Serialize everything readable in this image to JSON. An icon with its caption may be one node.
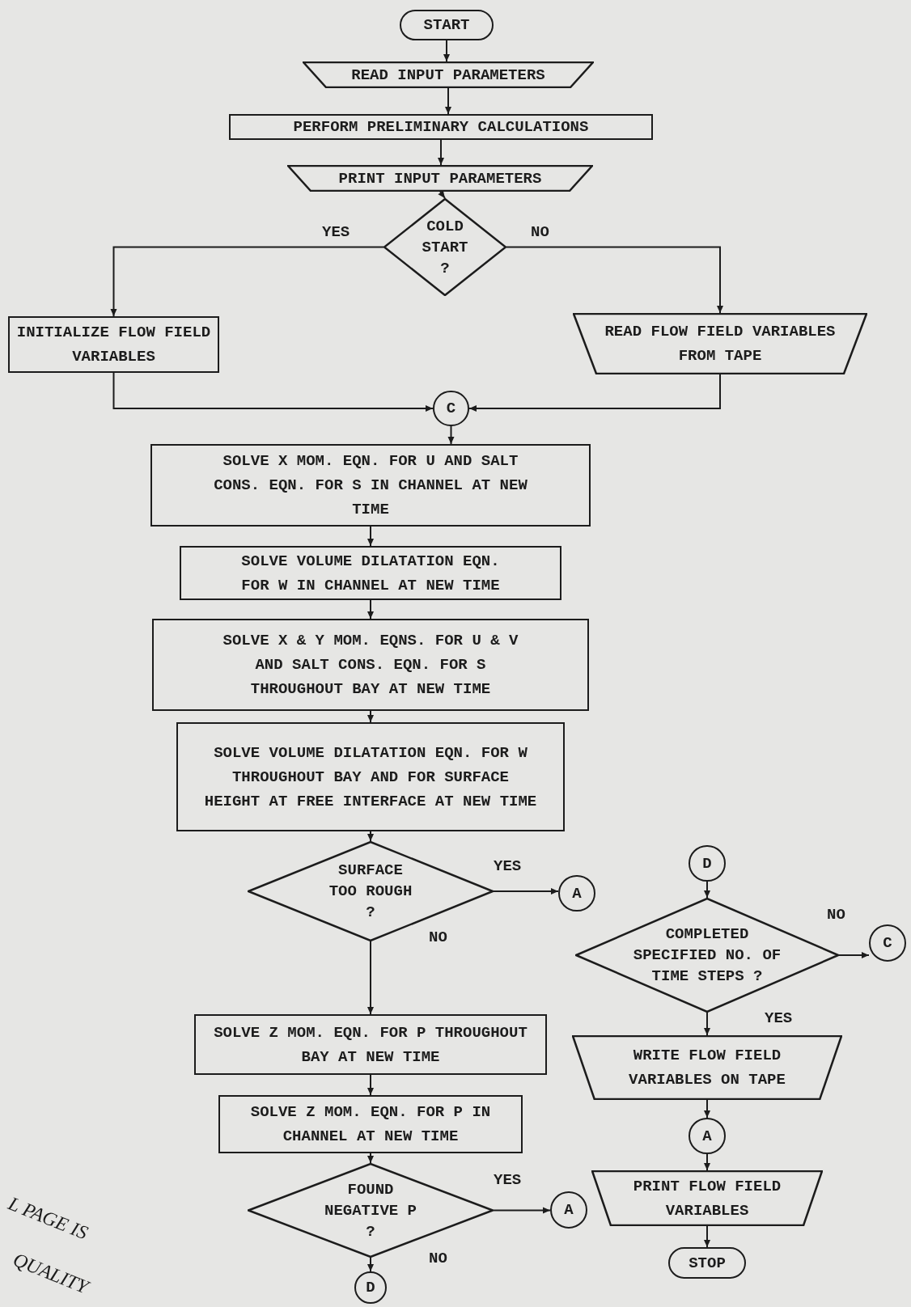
{
  "diagram": {
    "nodes": [
      {
        "text": [
          "START"
        ]
      },
      {
        "text": [
          "READ INPUT PARAMETERS"
        ]
      },
      {
        "text": [
          "PERFORM PRELIMINARY CALCULATIONS"
        ]
      },
      {
        "text": [
          "PRINT INPUT PARAMETERS"
        ]
      },
      {
        "text": [
          "COLD START ?"
        ]
      },
      {
        "text": [
          "INITIALIZE FLOW FIELD VARIABLES"
        ]
      },
      {
        "text": [
          "READ FLOW FIELD VARIABLES FROM TAPE"
        ]
      },
      {
        "text": [
          "C"
        ]
      },
      {
        "text": [
          "SOLVE X MOM. EQN. FOR U AND SALT CONS. EQN. FOR S IN CHANNEL AT NEW TIME"
        ]
      },
      {
        "text": [
          "SOLVE VOLUME DILATATION EQN. FOR W IN CHANNEL AT NEW TIME"
        ]
      },
      {
        "text": [
          "SOLVE X & Y MOM. EQNS. FOR U & V AND SALT CONS. EQN. FOR S THROUGHOUT BAY AT NEW TIME"
        ]
      },
      {
        "text": [
          "SOLVE VOLUME DILATATION EQN. FOR W THROUGHOUT BAY AND FOR SURFACE HEIGHT AT FREE INTERFACE AT NEW TIME"
        ]
      },
      {
        "text": [
          "SURFACE TOO ROUGH ?"
        ]
      },
      {
        "text": [
          "A"
        ]
      },
      {
        "text": [
          "SOLVE Z MOM. EQN. FOR P THROUGHOUT BAY AT NEW TIME"
        ]
      },
      {
        "text": [
          "SOLVE Z MOM. EQN. FOR P IN CHANNEL AT NEW TIME"
        ]
      },
      {
        "text": [
          "FOUND NEGATIVE P ?"
        ]
      },
      {
        "text": [
          "A"
        ]
      },
      {
        "text": [
          "D"
        ]
      },
      {
        "text": [
          "D"
        ]
      },
      {
        "text": [
          "COMPLETED SPECIFIED NO. OF TIME STEPS ?"
        ]
      },
      {
        "text": [
          "C"
        ]
      },
      {
        "text": [
          "WRITE FLOW FIELD VARIABLES ON TAPE"
        ]
      },
      {
        "text": [
          "A"
        ]
      },
      {
        "text": [
          "PRINT FLOW FIELD VARIABLES"
        ]
      },
      {
        "text": [
          "STOP"
        ]
      }
    ],
    "edges": [
      {
        "from": 0,
        "to": 1,
        "arrow": "to"
      },
      {
        "from": 1,
        "to": 2,
        "arrow": "to"
      },
      {
        "from": 2,
        "to": 3,
        "arrow": "to"
      },
      {
        "from": 3,
        "to": 4,
        "arrow": "to"
      },
      {
        "from": 4,
        "to": 5,
        "arrow": "to",
        "label": "YES"
      },
      {
        "from": 4,
        "to": 6,
        "arrow": "to",
        "label": "NO"
      },
      {
        "from": 5,
        "to": 7,
        "arrow": "to"
      },
      {
        "from": 6,
        "to": 7,
        "arrow": "to"
      },
      {
        "from": 7,
        "to": 8,
        "arrow": "to"
      },
      {
        "from": 8,
        "to": 9,
        "arrow": "to"
      },
      {
        "from": 9,
        "to": 10,
        "arrow": "to"
      },
      {
        "from": 10,
        "to": 11,
        "arrow": "to"
      },
      {
        "from": 11,
        "to": 12,
        "arrow": "to"
      },
      {
        "from": 12,
        "to": 13,
        "arrow": "to",
        "label": "YES"
      },
      {
        "from": 12,
        "to": 14,
        "arrow": "to",
        "label": "NO"
      },
      {
        "from": 14,
        "to": 15,
        "arrow": "to"
      },
      {
        "from": 15,
        "to": 16,
        "arrow": "to"
      },
      {
        "from": 16,
        "to": 17,
        "arrow": "to",
        "label": "YES"
      },
      {
        "from": 16,
        "to": 18,
        "arrow": "to",
        "label": "NO"
      },
      {
        "from": 19,
        "to": 20,
        "arrow": "to"
      },
      {
        "from": 20,
        "to": 21,
        "arrow": "to",
        "label": "NO"
      },
      {
        "from": 20,
        "to": 22,
        "arrow": "to",
        "label": "YES"
      },
      {
        "from": 22,
        "to": 23,
        "arrow": "to"
      },
      {
        "from": 23,
        "to": 24,
        "arrow": "to"
      },
      {
        "from": 24,
        "to": 25,
        "arrow": "to"
      }
    ],
    "labels": [
      "L PAGE IS",
      "QUALITY"
    ]
  }
}
